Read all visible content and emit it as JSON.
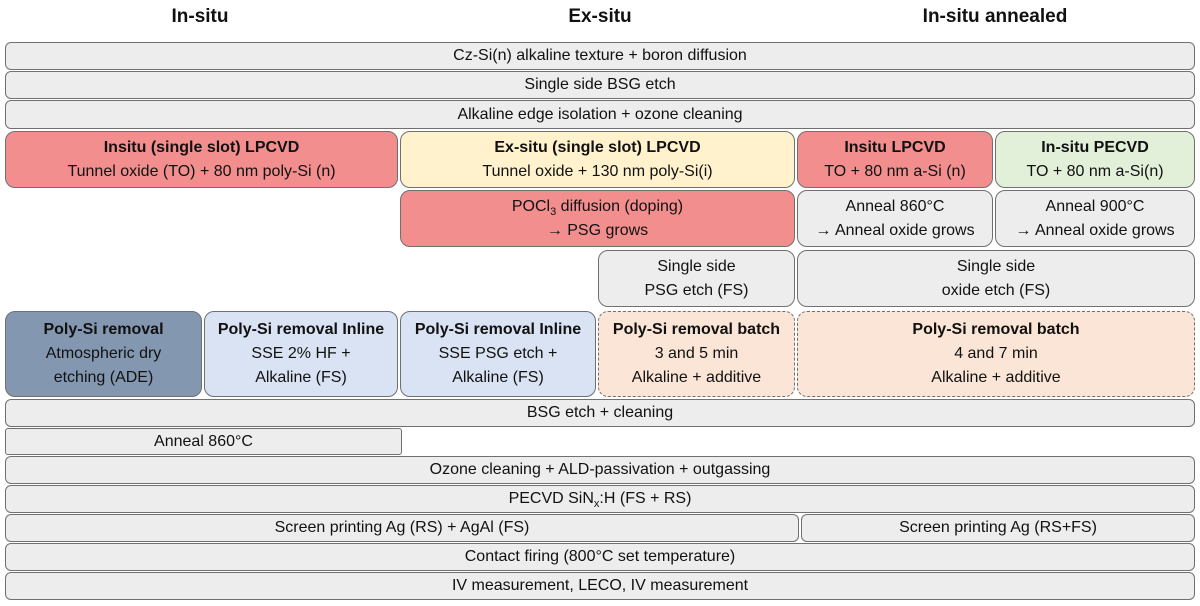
{
  "columns": [
    "In-situ",
    "Ex-situ",
    "In-situ annealed"
  ],
  "steps": {
    "texture": "Cz-Si(n)  alkaline texture + boron diffusion",
    "bsg_etch_single": "Single side BSG etch",
    "edge_isolation": "Alkaline edge isolation + ozone cleaning",
    "insitu_lpcvd": {
      "title": "Insitu (single slot) LPCVD",
      "line2": "Tunnel oxide (TO) + 80 nm poly-Si (n)"
    },
    "exsitu_lpcvd": {
      "title": "Ex-situ (single slot) LPCVD",
      "line2": "Tunnel oxide + 130 nm poly-Si(i)"
    },
    "insitu_lpcvd_annealed": {
      "title": "Insitu LPCVD",
      "line2": "TO + 80 nm a-Si (n)"
    },
    "insitu_pecvd": {
      "title": "In-situ PECVD",
      "line2": "TO + 80 nm a-Si(n)"
    },
    "pocl3": {
      "pre": "POCl",
      "sub": "3",
      "post": " diffusion (doping)",
      "line2": "→ PSG grows"
    },
    "anneal_860": {
      "line1": "Anneal 860°C",
      "line2": "→ Anneal oxide grows"
    },
    "anneal_900": {
      "line1": "Anneal 900°C",
      "line2": "→ Anneal oxide grows"
    },
    "psg_etch": {
      "line1": "Single side",
      "line2": "PSG etch (FS)"
    },
    "oxide_etch": {
      "line1": "Single side",
      "line2": "oxide etch (FS)"
    },
    "removal_ade": {
      "title": "Poly-Si removal",
      "line2": "Atmospheric dry",
      "line3": "etching (ADE)"
    },
    "removal_inline_hf": {
      "title": "Poly-Si removal Inline",
      "line2": "SSE 2% HF +",
      "line3": "Alkaline (FS)"
    },
    "removal_inline_psg": {
      "title": "Poly-Si removal Inline",
      "line2": "SSE PSG etch +",
      "line3": "Alkaline (FS)"
    },
    "removal_batch_35": {
      "title": "Poly-Si removal batch",
      "line2": "3 and 5 min",
      "line3": "Alkaline + additive"
    },
    "removal_batch_47": {
      "title": "Poly-Si removal batch",
      "line2": "4 and 7 min",
      "line3": "Alkaline + additive"
    },
    "bsg_cleaning": "BSG etch + cleaning",
    "anneal_insitu": "Anneal 860°C",
    "ald": "Ozone cleaning  + ALD-passivation + outgassing",
    "pecvd_sinx": {
      "pre": "PECVD SiN",
      "sub": "x",
      "post": ":H (FS + RS)"
    },
    "screen_print_ag_agal": "Screen printing Ag (RS) + AgAl (FS)",
    "screen_print_ag": "Screen printing Ag (RS+FS)",
    "firing": "Contact firing (800°C set temperature)",
    "iv": "IV measurement, LECO, IV measurement"
  },
  "colors": {
    "gray": "#ededed",
    "red": "#f28e8e",
    "yellow": "#fff2cc",
    "green": "#e2efd9",
    "navy": "#8497b0",
    "blue": "#dae3f3",
    "peach": "#fbe5d6"
  }
}
